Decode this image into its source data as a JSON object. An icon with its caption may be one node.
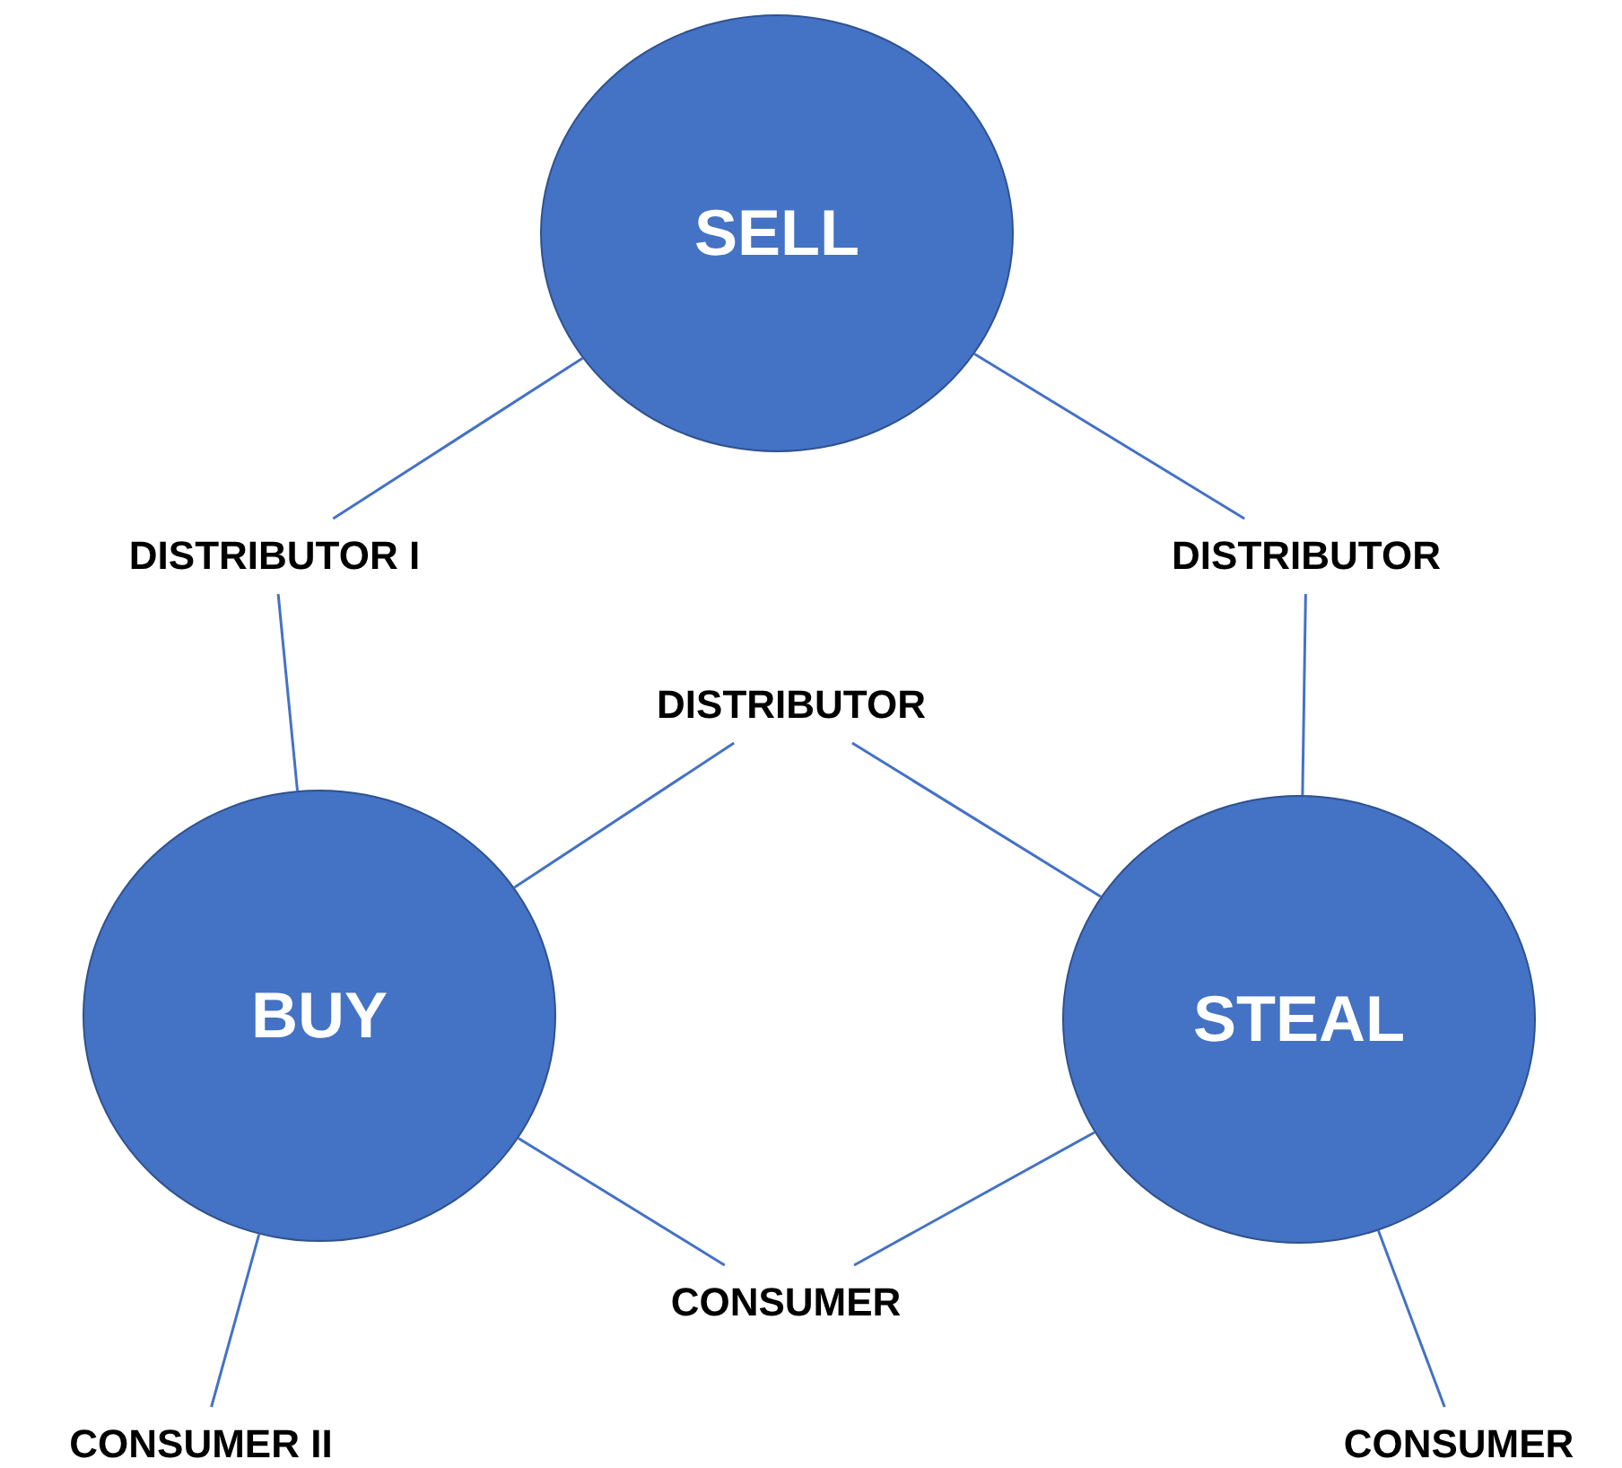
{
  "diagram": {
    "nodes": [
      {
        "text": [
          "SELL"
        ]
      },
      {
        "text": [
          "BUY"
        ]
      },
      {
        "text": [
          "STEAL"
        ]
      },
      {
        "text": [
          "DISTRIBUTOR I"
        ]
      },
      {
        "text": [
          "DISTRIBUTOR"
        ]
      },
      {
        "text": [
          "DISTRIBUTOR"
        ]
      },
      {
        "text": [
          "CONSUMER"
        ]
      },
      {
        "text": [
          "CONSUMER II"
        ]
      },
      {
        "text": [
          "CONSUMER"
        ]
      }
    ],
    "edges": [
      {
        "from": 0,
        "to": 3,
        "arrow": "none"
      },
      {
        "from": 3,
        "to": 1,
        "arrow": "none"
      },
      {
        "from": 0,
        "to": 4,
        "arrow": "none"
      },
      {
        "from": 4,
        "to": 2,
        "arrow": "none"
      },
      {
        "from": 1,
        "to": 5,
        "arrow": "none"
      },
      {
        "from": 5,
        "to": 2,
        "arrow": "none"
      },
      {
        "from": 1,
        "to": 6,
        "arrow": "none"
      },
      {
        "from": 6,
        "to": 2,
        "arrow": "none"
      },
      {
        "from": 1,
        "to": 7,
        "arrow": "none"
      },
      {
        "from": 2,
        "to": 8,
        "arrow": "none"
      }
    ]
  }
}
